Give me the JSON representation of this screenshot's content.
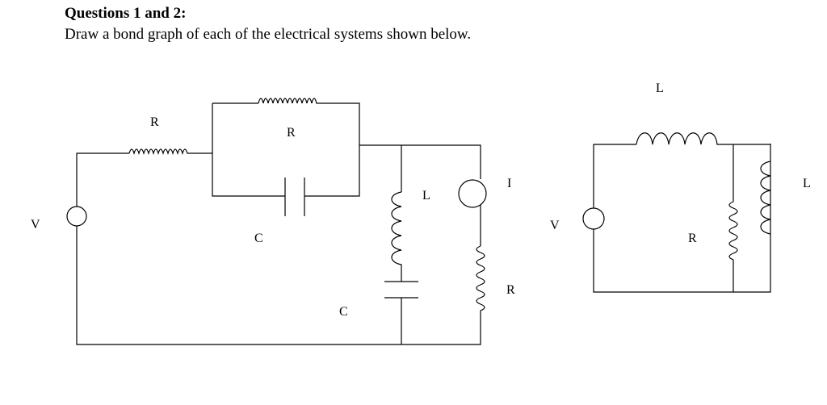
{
  "question": {
    "heading": "Questions 1 and 2:",
    "instruction": "Draw a bond graph of each of the electrical systems shown below."
  },
  "circuit1": {
    "source_label": "V",
    "series_resistor_label": "R",
    "parallel_resistor_label": "R",
    "parallel_capacitor_label": "C",
    "branch_inductor_label": "L",
    "branch_capacitor_label": "C",
    "current_source_label": "I",
    "branch_resistor_label": "R"
  },
  "circuit2": {
    "source_label": "V",
    "series_inductor_label": "L",
    "resistor_label": "R",
    "inductor_label": "L"
  }
}
